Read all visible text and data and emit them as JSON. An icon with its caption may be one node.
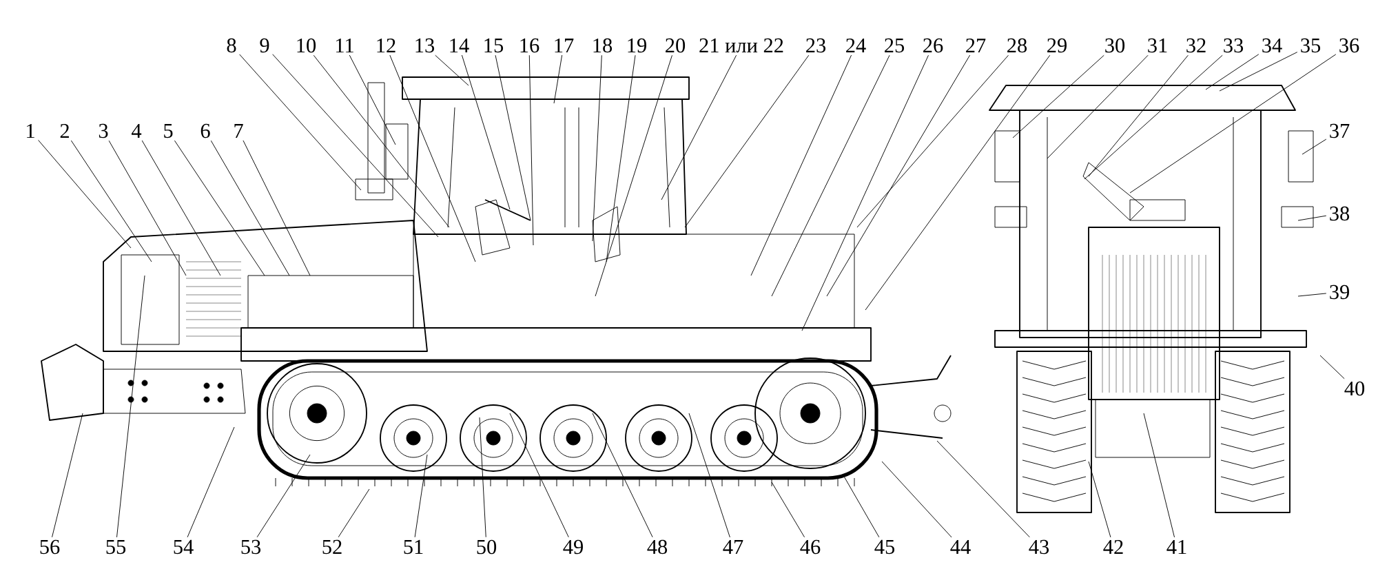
{
  "diagram": {
    "nodes": [
      {
        "text": [
          "1"
        ]
      },
      {
        "text": [
          "2"
        ]
      },
      {
        "text": [
          "3"
        ]
      },
      {
        "text": [
          "4"
        ]
      },
      {
        "text": [
          "5"
        ]
      },
      {
        "text": [
          "6"
        ]
      },
      {
        "text": [
          "7"
        ]
      },
      {
        "text": [
          "8"
        ]
      },
      {
        "text": [
          "9"
        ]
      },
      {
        "text": [
          "10"
        ]
      },
      {
        "text": [
          "11"
        ]
      },
      {
        "text": [
          "12"
        ]
      },
      {
        "text": [
          "13"
        ]
      },
      {
        "text": [
          "14"
        ]
      },
      {
        "text": [
          "15"
        ]
      },
      {
        "text": [
          "16"
        ]
      },
      {
        "text": [
          "17"
        ]
      },
      {
        "text": [
          "18"
        ]
      },
      {
        "text": [
          "19"
        ]
      },
      {
        "text": [
          "20"
        ]
      },
      {
        "text": [
          "21 или 22"
        ]
      },
      {
        "text": [
          "23"
        ]
      },
      {
        "text": [
          "24"
        ]
      },
      {
        "text": [
          "25"
        ]
      },
      {
        "text": [
          "26"
        ]
      },
      {
        "text": [
          "27"
        ]
      },
      {
        "text": [
          "28"
        ]
      },
      {
        "text": [
          "29"
        ]
      },
      {
        "text": [
          "30"
        ]
      },
      {
        "text": [
          "31"
        ]
      },
      {
        "text": [
          "32"
        ]
      },
      {
        "text": [
          "33"
        ]
      },
      {
        "text": [
          "34"
        ]
      },
      {
        "text": [
          "35"
        ]
      },
      {
        "text": [
          "36"
        ]
      },
      {
        "text": [
          "37"
        ]
      },
      {
        "text": [
          "38"
        ]
      },
      {
        "text": [
          "39"
        ]
      },
      {
        "text": [
          "40"
        ]
      },
      {
        "text": [
          "41"
        ]
      },
      {
        "text": [
          "42"
        ]
      },
      {
        "text": [
          "43"
        ]
      },
      {
        "text": [
          "44"
        ]
      },
      {
        "text": [
          "45"
        ]
      },
      {
        "text": [
          "46"
        ]
      },
      {
        "text": [
          "47"
        ]
      },
      {
        "text": [
          "48"
        ]
      },
      {
        "text": [
          "49"
        ]
      },
      {
        "text": [
          "50"
        ]
      },
      {
        "text": [
          "51"
        ]
      },
      {
        "text": [
          "52"
        ]
      },
      {
        "text": [
          "53"
        ]
      },
      {
        "text": [
          "54"
        ]
      },
      {
        "text": [
          "55"
        ]
      },
      {
        "text": [
          "56"
        ]
      }
    ],
    "edges": [
      {
        "from": 0,
        "to": null,
        "arrow": "none"
      },
      {
        "from": 1,
        "to": null,
        "arrow": "none"
      },
      {
        "from": 2,
        "to": null,
        "arrow": "none"
      },
      {
        "from": 3,
        "to": null,
        "arrow": "none"
      },
      {
        "from": 4,
        "to": null,
        "arrow": "none"
      },
      {
        "from": 5,
        "to": null,
        "arrow": "none"
      },
      {
        "from": 6,
        "to": null,
        "arrow": "none"
      },
      {
        "from": 7,
        "to": null,
        "arrow": "none"
      },
      {
        "from": 8,
        "to": null,
        "arrow": "none"
      },
      {
        "from": 9,
        "to": null,
        "arrow": "none"
      },
      {
        "from": 10,
        "to": null,
        "arrow": "none"
      },
      {
        "from": 11,
        "to": null,
        "arrow": "none"
      },
      {
        "from": 12,
        "to": null,
        "arrow": "none"
      },
      {
        "from": 13,
        "to": null,
        "arrow": "none"
      },
      {
        "from": 14,
        "to": null,
        "arrow": "none"
      },
      {
        "from": 15,
        "to": null,
        "arrow": "none"
      },
      {
        "from": 16,
        "to": null,
        "arrow": "none"
      },
      {
        "from": 17,
        "to": null,
        "arrow": "none"
      },
      {
        "from": 18,
        "to": null,
        "arrow": "none"
      },
      {
        "from": 19,
        "to": null,
        "arrow": "none"
      },
      {
        "from": 20,
        "to": null,
        "arrow": "none"
      },
      {
        "from": 21,
        "to": null,
        "arrow": "none"
      },
      {
        "from": 22,
        "to": null,
        "arrow": "none"
      },
      {
        "from": 23,
        "to": null,
        "arrow": "none"
      },
      {
        "from": 24,
        "to": null,
        "arrow": "none"
      },
      {
        "from": 25,
        "to": null,
        "arrow": "none"
      },
      {
        "from": 26,
        "to": null,
        "arrow": "none"
      },
      {
        "from": 27,
        "to": null,
        "arrow": "none"
      },
      {
        "from": 28,
        "to": null,
        "arrow": "none"
      },
      {
        "from": 29,
        "to": null,
        "arrow": "none"
      },
      {
        "from": 30,
        "to": null,
        "arrow": "none"
      },
      {
        "from": 31,
        "to": null,
        "arrow": "none"
      },
      {
        "from": 32,
        "to": null,
        "arrow": "none"
      },
      {
        "from": 33,
        "to": null,
        "arrow": "none"
      },
      {
        "from": 34,
        "to": null,
        "arrow": "none"
      },
      {
        "from": 35,
        "to": null,
        "arrow": "none"
      },
      {
        "from": 36,
        "to": null,
        "arrow": "none"
      },
      {
        "from": 37,
        "to": null,
        "arrow": "none"
      },
      {
        "from": 38,
        "to": null,
        "arrow": "none"
      },
      {
        "from": 39,
        "to": null,
        "arrow": "none"
      },
      {
        "from": 40,
        "to": null,
        "arrow": "none"
      },
      {
        "from": 41,
        "to": null,
        "arrow": "none"
      },
      {
        "from": 42,
        "to": null,
        "arrow": "none"
      },
      {
        "from": 43,
        "to": null,
        "arrow": "none"
      },
      {
        "from": 44,
        "to": null,
        "arrow": "none"
      },
      {
        "from": 45,
        "to": null,
        "arrow": "none"
      },
      {
        "from": 46,
        "to": null,
        "arrow": "none"
      },
      {
        "from": 47,
        "to": null,
        "arrow": "none"
      },
      {
        "from": 48,
        "to": null,
        "arrow": "none"
      },
      {
        "from": 49,
        "to": null,
        "arrow": "none"
      },
      {
        "from": 50,
        "to": null,
        "arrow": "none"
      },
      {
        "from": 51,
        "to": null,
        "arrow": "none"
      },
      {
        "from": 52,
        "to": null,
        "arrow": "none"
      },
      {
        "from": 53,
        "to": null,
        "arrow": "none"
      },
      {
        "from": 54,
        "to": null,
        "arrow": "none"
      }
    ]
  }
}
